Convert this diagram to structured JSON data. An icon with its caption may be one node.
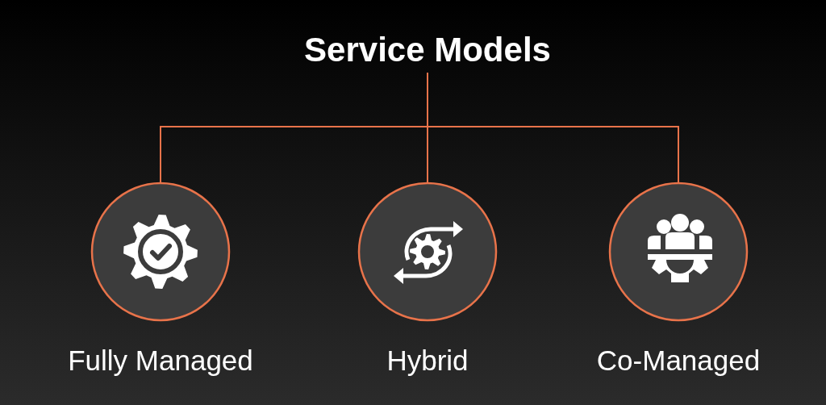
{
  "diagram": {
    "nodes": [
      {
        "text": [
          "Service Models"
        ]
      },
      {
        "text": [
          "Fully Managed"
        ]
      },
      {
        "text": [
          "Hybrid"
        ]
      },
      {
        "text": [
          "Co-Managed"
        ]
      }
    ],
    "edges": [
      {
        "from": 0,
        "to": 1,
        "arrow": "none"
      },
      {
        "from": 0,
        "to": 2,
        "arrow": "none"
      },
      {
        "from": 0,
        "to": 3,
        "arrow": "none"
      }
    ]
  }
}
